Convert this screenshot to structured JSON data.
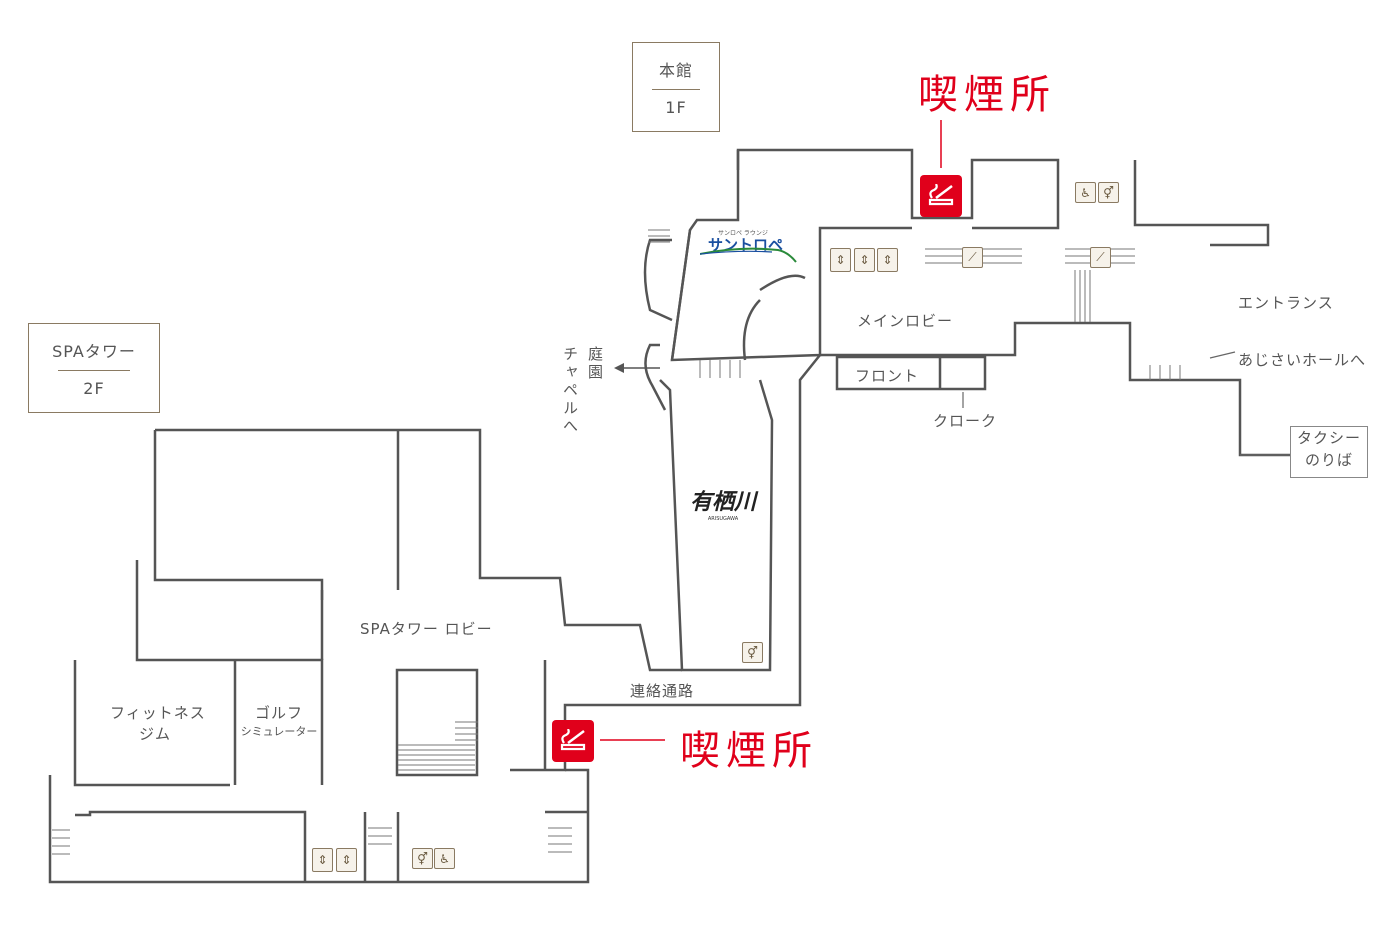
{
  "honkan": {
    "name": "本館",
    "floor": "1F"
  },
  "spa": {
    "name": "SPAタワー",
    "floor": "2F"
  },
  "smoking": {
    "label": "喫煙所"
  },
  "labels": {
    "main_lobby": "メインロビー",
    "front": "フロント",
    "cloak": "クローク",
    "entrance": "エントランス",
    "ajisai": "あじさいホールへ",
    "taxi_line1": "タクシー",
    "taxi_line2": "のりば",
    "garden": "庭園",
    "chapel": "チャペルへ",
    "spa_lobby": "SPAタワー ロビー",
    "corridor": "連絡通路",
    "fitness_line1": "フィットネス",
    "fitness_line2": "ジム",
    "golf_line1": "ゴルフ",
    "golf_line2": "シミュレーター",
    "restaurant_sub": "サンロペ ラウンジ",
    "restaurant_name": "サントロペ",
    "arisugawa": "有栖川",
    "arisugawa_sub": "ARISUGAWA"
  },
  "icons": {
    "smoking": "smoking-area-icon",
    "elevator": "elevator-icon",
    "escalator": "escalator-icon",
    "restroom": "restroom-icon",
    "accessible": "wheelchair-icon",
    "arrow": "arrow-left-icon"
  },
  "colors": {
    "smoking_red": "#e0001b",
    "wall": "#555555",
    "frame": "#8a7a62",
    "restaurant_green": "#2a8a3a",
    "restaurant_blue": "#1a4fa0"
  }
}
